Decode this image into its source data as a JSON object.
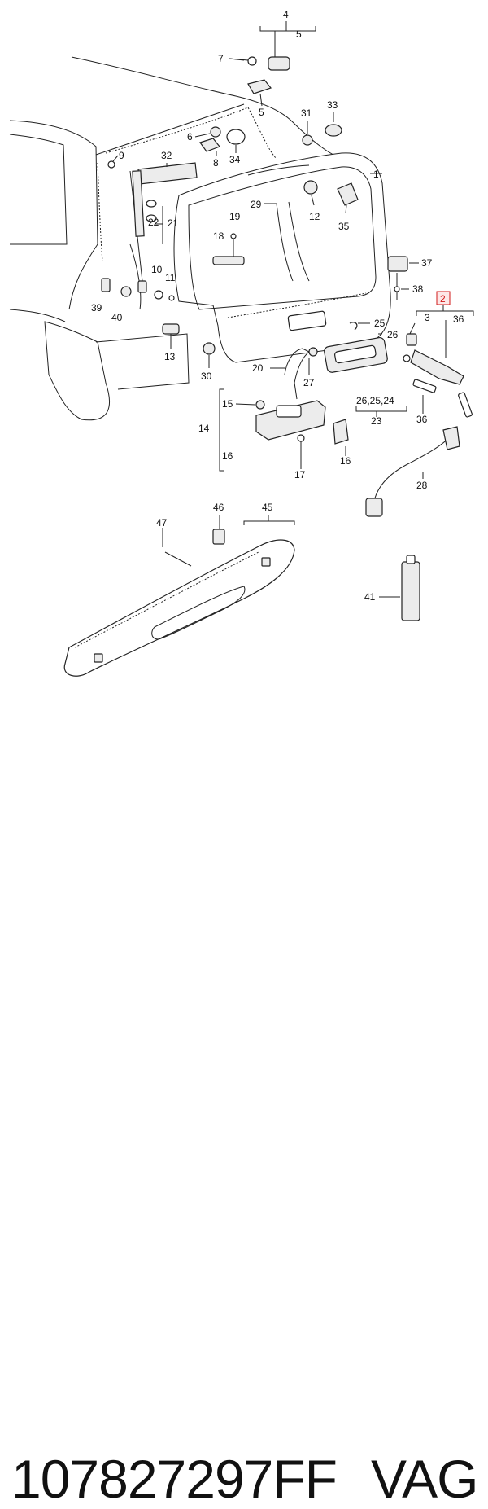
{
  "diagram": {
    "callouts": [
      {
        "id": "c4",
        "text": "4"
      },
      {
        "id": "c5a",
        "text": "5"
      },
      {
        "id": "c7",
        "text": "7"
      },
      {
        "id": "c5b",
        "text": "5"
      },
      {
        "id": "c31",
        "text": "31"
      },
      {
        "id": "c33",
        "text": "33"
      },
      {
        "id": "c6",
        "text": "6"
      },
      {
        "id": "c8",
        "text": "8"
      },
      {
        "id": "c34",
        "text": "34"
      },
      {
        "id": "c9",
        "text": "9"
      },
      {
        "id": "c32",
        "text": "32"
      },
      {
        "id": "c1",
        "text": "1"
      },
      {
        "id": "c29",
        "text": "29"
      },
      {
        "id": "c12",
        "text": "12"
      },
      {
        "id": "c35",
        "text": "35"
      },
      {
        "id": "c22",
        "text": "22"
      },
      {
        "id": "c21",
        "text": "21"
      },
      {
        "id": "c19",
        "text": "19"
      },
      {
        "id": "c18",
        "text": "18"
      },
      {
        "id": "c37",
        "text": "37"
      },
      {
        "id": "c10",
        "text": "10"
      },
      {
        "id": "c11",
        "text": "11"
      },
      {
        "id": "c38",
        "text": "38"
      },
      {
        "id": "c2",
        "text": "2"
      },
      {
        "id": "c39",
        "text": "39"
      },
      {
        "id": "c40",
        "text": "40"
      },
      {
        "id": "c3",
        "text": "3"
      },
      {
        "id": "c36a",
        "text": "36"
      },
      {
        "id": "c25",
        "text": "25"
      },
      {
        "id": "c26a",
        "text": "26"
      },
      {
        "id": "c13",
        "text": "13"
      },
      {
        "id": "c30",
        "text": "30"
      },
      {
        "id": "c20",
        "text": "20"
      },
      {
        "id": "c27",
        "text": "27"
      },
      {
        "id": "c26b",
        "text": "26,25,24"
      },
      {
        "id": "c36b",
        "text": "36"
      },
      {
        "id": "c15",
        "text": "15"
      },
      {
        "id": "c23",
        "text": "23"
      },
      {
        "id": "c14",
        "text": "14"
      },
      {
        "id": "c16a",
        "text": "16"
      },
      {
        "id": "c16b",
        "text": "16"
      },
      {
        "id": "c17",
        "text": "17"
      },
      {
        "id": "c28",
        "text": "28"
      },
      {
        "id": "c47",
        "text": "47"
      },
      {
        "id": "c46",
        "text": "46"
      },
      {
        "id": "c45",
        "text": "45"
      },
      {
        "id": "c41",
        "text": "41"
      }
    ],
    "highlight_color": "#d11a1a"
  },
  "footer": {
    "part_number": "107827297FF",
    "brand": "VAG"
  }
}
